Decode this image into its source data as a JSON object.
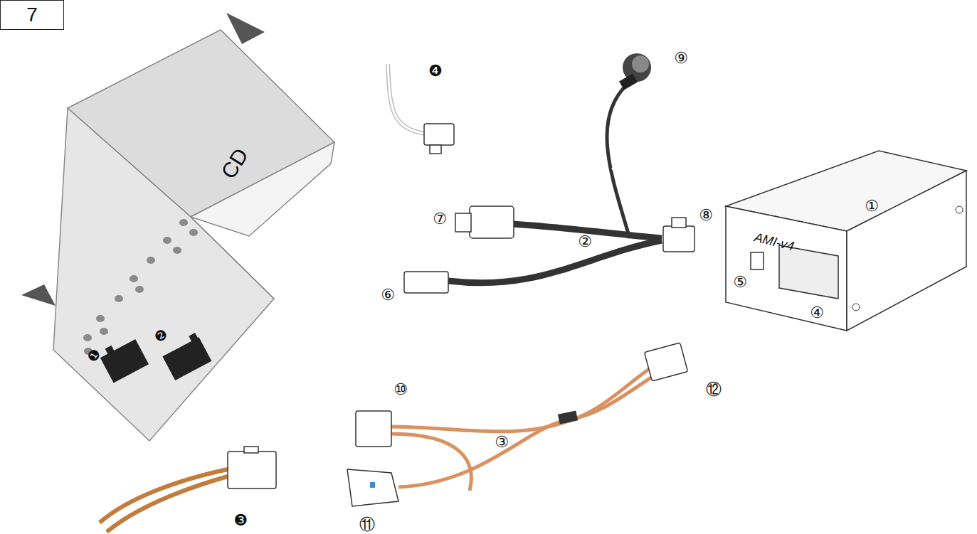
{
  "diagram": {
    "nodes": [
      {
        "text": [
          "7"
        ]
      }
    ],
    "labels": [
      "❹",
      "⑨",
      "CD",
      "⑧",
      "①",
      "⑦",
      "②",
      "AMI-v4",
      "⑥",
      "⑤",
      "④",
      "❶",
      "❷",
      "⑩",
      "⑫",
      "③",
      "❸",
      "⑪"
    ]
  }
}
